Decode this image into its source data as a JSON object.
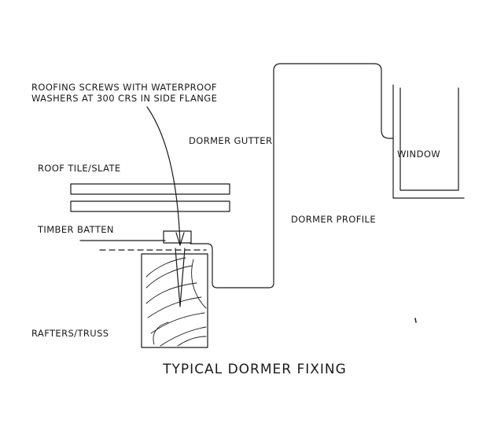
{
  "labels": {
    "screws_note_line1": "ROOFING SCREWS WITH WATERPROOF",
    "screws_note_line2": "WASHERS AT 300 CRS IN SIDE FLANGE",
    "dormer_gutter": "DORMER GUTTER",
    "roof_tile": "ROOF TILE/SLATE",
    "window": "WINDOW",
    "dormer_profile": "DORMER PROFILE",
    "timber_batten": "TIMBER BATTEN",
    "rafters": "RAFTERS/TRUSS"
  },
  "title": "TYPICAL DORMER FIXING",
  "colors": {
    "line": "#1a1a1a",
    "background": "#ffffff"
  }
}
